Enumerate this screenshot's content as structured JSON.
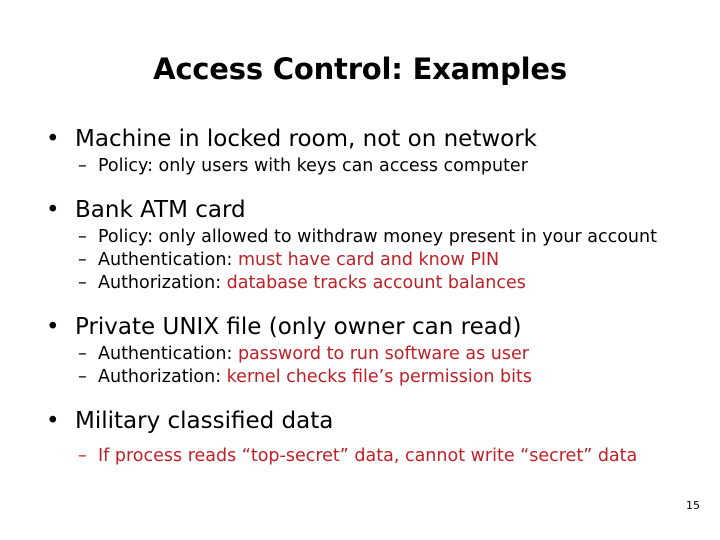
{
  "slide": {
    "title": "Access Control: Examples",
    "page_number": "15",
    "accent_red": "#bf2026",
    "text_black": "#000000",
    "background": "#ffffff",
    "bullet_marker": "•",
    "sub_bullet_marker": "–"
  },
  "content": [
    {
      "heading": "Machine in locked room, not on network",
      "subs": [
        {
          "label": "Policy:",
          "value": "only users with keys can access computer",
          "value_color": "black"
        }
      ]
    },
    {
      "heading": "Bank ATM card",
      "subs": [
        {
          "label": "Policy:",
          "value": "only allowed to withdraw money present in your account",
          "value_color": "black"
        },
        {
          "label": "Authentication:",
          "value": "must have card and know PIN",
          "value_color": "red"
        },
        {
          "label": "Authorization:",
          "value": "database tracks account balances",
          "value_color": "red"
        }
      ]
    },
    {
      "heading": "Private UNIX file (only owner can read)",
      "subs": [
        {
          "label": "Authentication:",
          "value": "password to run software as user",
          "value_color": "red"
        },
        {
          "label": "Authorization:",
          "value": "kernel checks file’s permission bits",
          "value_color": "red"
        }
      ]
    },
    {
      "heading": "Military classified data",
      "subs": [
        {
          "label": "",
          "value": "If process reads “top-secret” data, cannot write “secret” data",
          "value_color": "red",
          "all_red": true
        }
      ]
    }
  ]
}
